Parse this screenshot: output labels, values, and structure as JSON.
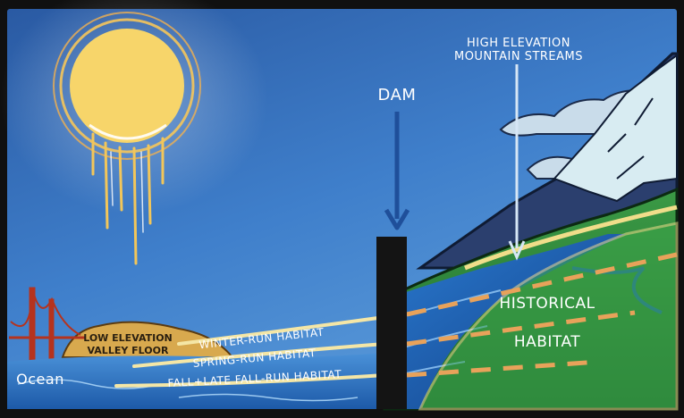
{
  "labels": {
    "high_elevation_line1": "HIGH ELEVATION",
    "high_elevation_line2": "MOUNTAIN STREAMS",
    "dam": "DAM",
    "historical": "HISTORICAL",
    "habitat": "HABITAT",
    "low_elevation_line1": "LOW ELEVATION",
    "low_elevation_line2": "VALLEY FLOOR",
    "winter_run": "WINTER-RUN HABITAT",
    "spring_run": "SPRING-RUN HABITAT",
    "fall_run": "FALL+LATE FALL-RUN HABITAT",
    "ocean": "Ocean"
  },
  "colors": {
    "sky_top": "#2f5fa8",
    "sky_bottom": "#4f8ed6",
    "sun": "#f7d56a",
    "sun_rays": "#f2c65a",
    "mountain_green": "#2f8a3a",
    "mountain_snow": "#d8ecf2",
    "mountain_rock": "#2b3f6e",
    "river": "#1d63b8",
    "dam": "#141414",
    "habitat_line": "#f4e6a6",
    "dashed_line": "#e8a25a",
    "valley_floor": "#d8a94e",
    "bridge": "#b5331e",
    "ocean": "#2f79c8"
  }
}
